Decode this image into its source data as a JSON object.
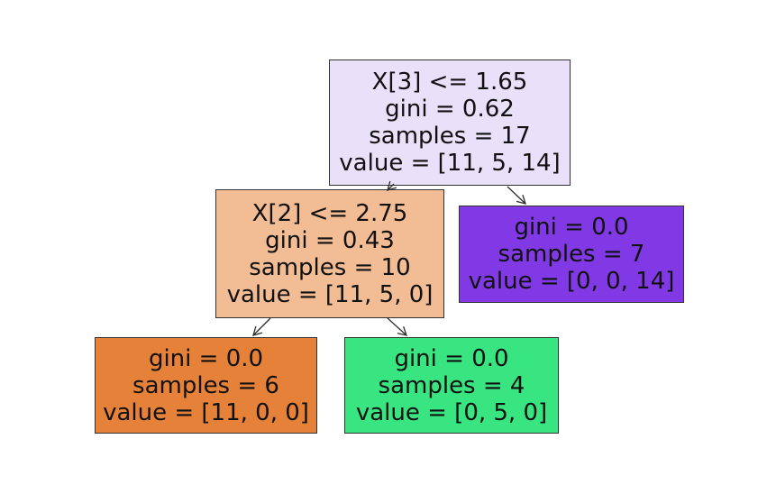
{
  "figure": {
    "type": "decision-tree-plot",
    "background": "#ffffff",
    "edge_color": "#2e2e2e",
    "node_border_color": "#333333",
    "text_color": "#111111"
  },
  "nodes": [
    {
      "id": "root",
      "fill": "#e9e0f9",
      "lines": [
        "X[3] <= 1.65",
        "gini = 0.62",
        "samples = 17",
        "value = [11, 5, 14]"
      ]
    },
    {
      "id": "internal-left",
      "fill": "#f2bc95",
      "lines": [
        "X[2] <= 2.75",
        "gini = 0.43",
        "samples = 10",
        "value = [11, 5, 0]"
      ]
    },
    {
      "id": "leaf-right",
      "fill": "#8139e5",
      "lines": [
        "gini = 0.0",
        "samples = 7",
        "value = [0, 0, 14]"
      ]
    },
    {
      "id": "leaf-left-left",
      "fill": "#e58139",
      "lines": [
        "gini = 0.0",
        "samples = 6",
        "value = [11, 0, 0]"
      ]
    },
    {
      "id": "leaf-left-right",
      "fill": "#39e581",
      "lines": [
        "gini = 0.0",
        "samples = 4",
        "value = [0, 5, 0]"
      ]
    }
  ],
  "edges": [
    {
      "from": "root",
      "to": "internal-left"
    },
    {
      "from": "root",
      "to": "leaf-right"
    },
    {
      "from": "internal-left",
      "to": "leaf-left-left"
    },
    {
      "from": "internal-left",
      "to": "leaf-left-right"
    }
  ]
}
